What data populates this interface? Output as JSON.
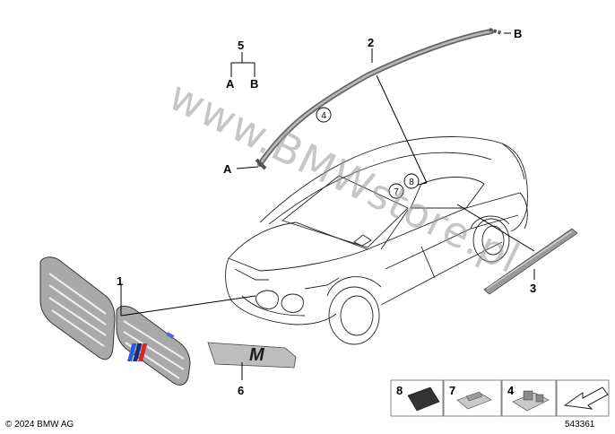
{
  "callouts": {
    "n1": "1",
    "n2": "2",
    "n3": "3",
    "n5": "5",
    "n6": "6",
    "c4": "4",
    "c7": "7",
    "c8": "8",
    "a_top": "A",
    "b_top": "B",
    "a_left": "A",
    "b_right": "B"
  },
  "legend": {
    "items": [
      "8",
      "7",
      "4"
    ]
  },
  "footer": {
    "copyright": "© 2024 BMW AG",
    "diagram_number": "543361"
  },
  "watermark": "www.BMWstore.pl"
}
